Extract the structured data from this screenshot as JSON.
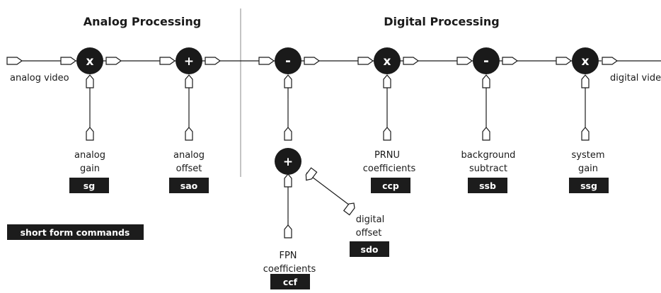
{
  "headings": {
    "analog": "Analog Processing",
    "digital": "Digital Processing"
  },
  "io": {
    "input": "analog video",
    "output": "digital video"
  },
  "stages": [
    {
      "id": "analog-gain",
      "op": "x",
      "label": [
        "analog",
        "gain"
      ],
      "cmd": "sg"
    },
    {
      "id": "analog-offset",
      "op": "+",
      "label": [
        "analog",
        "offset"
      ],
      "cmd": "sao"
    },
    {
      "id": "fpn",
      "op": "-",
      "label": [
        "FPN",
        "coefficients"
      ],
      "cmd": "ccf"
    },
    {
      "id": "prnu",
      "op": "x",
      "label": [
        "PRNU",
        "coefficients"
      ],
      "cmd": "ccp"
    },
    {
      "id": "background",
      "op": "-",
      "label": [
        "background",
        "subtract"
      ],
      "cmd": "ssb"
    },
    {
      "id": "system-gain",
      "op": "x",
      "label": [
        "system",
        "gain"
      ],
      "cmd": "ssg"
    }
  ],
  "sub_node": {
    "op": "+"
  },
  "digital_offset": {
    "label": [
      "digital",
      "offset"
    ],
    "cmd": "sdo"
  },
  "legend": "short form commands",
  "colors": {
    "ink": "#1a1a1a",
    "box": "#1c1c1c",
    "divider": "#888888"
  }
}
